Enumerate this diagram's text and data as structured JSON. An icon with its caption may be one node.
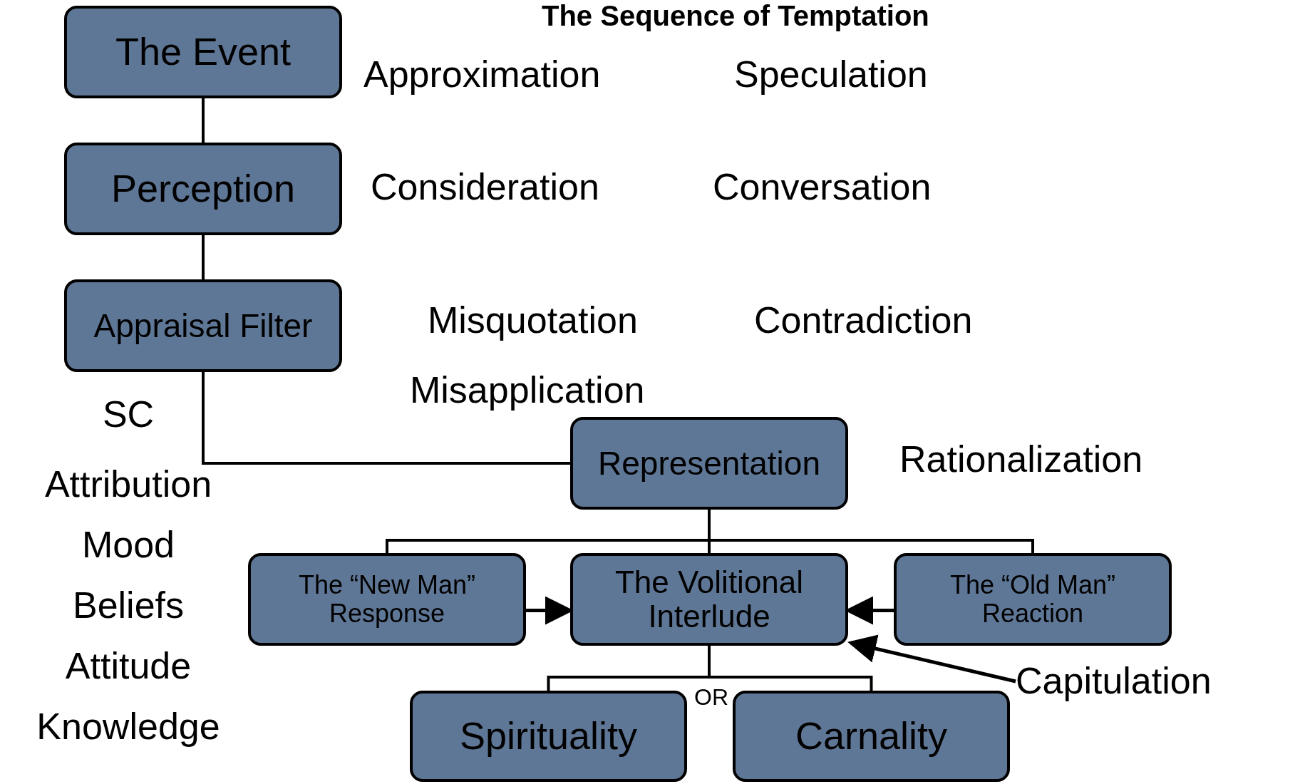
{
  "diagram": {
    "title": "The Sequence of Temptation",
    "nodes": [
      {
        "text": [
          "The Event"
        ]
      },
      {
        "text": [
          "Perception"
        ]
      },
      {
        "text": [
          "Appraisal Filter"
        ]
      },
      {
        "text": [
          "Representation"
        ]
      },
      {
        "text": [
          "The “New Man” Response"
        ]
      },
      {
        "text": [
          "The Volitional Interlude"
        ]
      },
      {
        "text": [
          "The “Old Man” Reaction"
        ]
      },
      {
        "text": [
          "Capitulation"
        ]
      },
      {
        "text": [
          "Spirituality"
        ]
      },
      {
        "text": [
          "Carnality"
        ]
      }
    ],
    "edges": [
      {
        "from": 0,
        "to": 1,
        "arrow": "none"
      },
      {
        "from": 1,
        "to": 2,
        "arrow": "none"
      },
      {
        "from": 2,
        "to": 3,
        "arrow": "none"
      },
      {
        "from": 3,
        "to": 4,
        "arrow": "none"
      },
      {
        "from": 3,
        "to": 5,
        "arrow": "none"
      },
      {
        "from": 3,
        "to": 6,
        "arrow": "none"
      },
      {
        "from": 4,
        "to": 5,
        "arrow": "to"
      },
      {
        "from": 6,
        "to": 5,
        "arrow": "to"
      },
      {
        "from": 7,
        "to": 5,
        "arrow": "to"
      },
      {
        "from": 5,
        "to": 8,
        "arrow": "none"
      },
      {
        "from": 5,
        "to": 9,
        "arrow": "none"
      }
    ],
    "labels": [
      "Approximation",
      "Speculation",
      "Consideration",
      "Conversation",
      "Misquotation",
      "Contradiction",
      "Misapplication",
      "Rationalization",
      "SC",
      "Attribution",
      "Mood",
      "Beliefs",
      "Attitude",
      "Knowledge",
      "OR"
    ]
  }
}
